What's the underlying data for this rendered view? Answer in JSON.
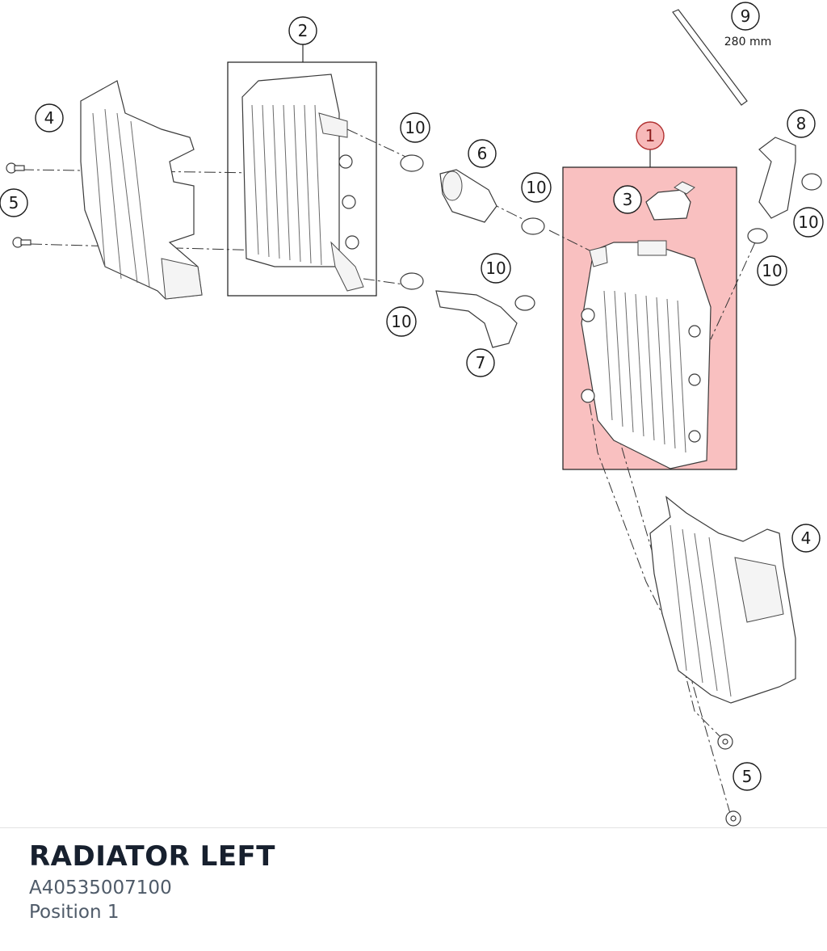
{
  "part": {
    "title": "RADIATOR LEFT",
    "number": "A40535007100",
    "position": "Position 1"
  },
  "diagram": {
    "highlight_color": "#f05a5a",
    "callouts": {
      "c1": "1",
      "c2": "2",
      "c3": "3",
      "c4a": "4",
      "c4b": "4",
      "c5a": "5",
      "c5b": "5",
      "c6": "6",
      "c7": "7",
      "c8": "8",
      "c9": "9",
      "c10a": "10",
      "c10b": "10",
      "c10c": "10",
      "c10d": "10",
      "c10e": "10",
      "c10f": "10"
    },
    "hose_length_label": "280 mm"
  }
}
